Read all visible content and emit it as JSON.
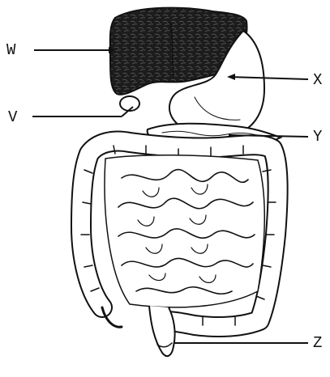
{
  "labels": {
    "W": "W",
    "X": "X",
    "V": "V",
    "Y": "Y",
    "Z": "Z"
  },
  "colors": {
    "ink": "#111111",
    "liver_fill": "#222222",
    "background": "#ffffff"
  }
}
